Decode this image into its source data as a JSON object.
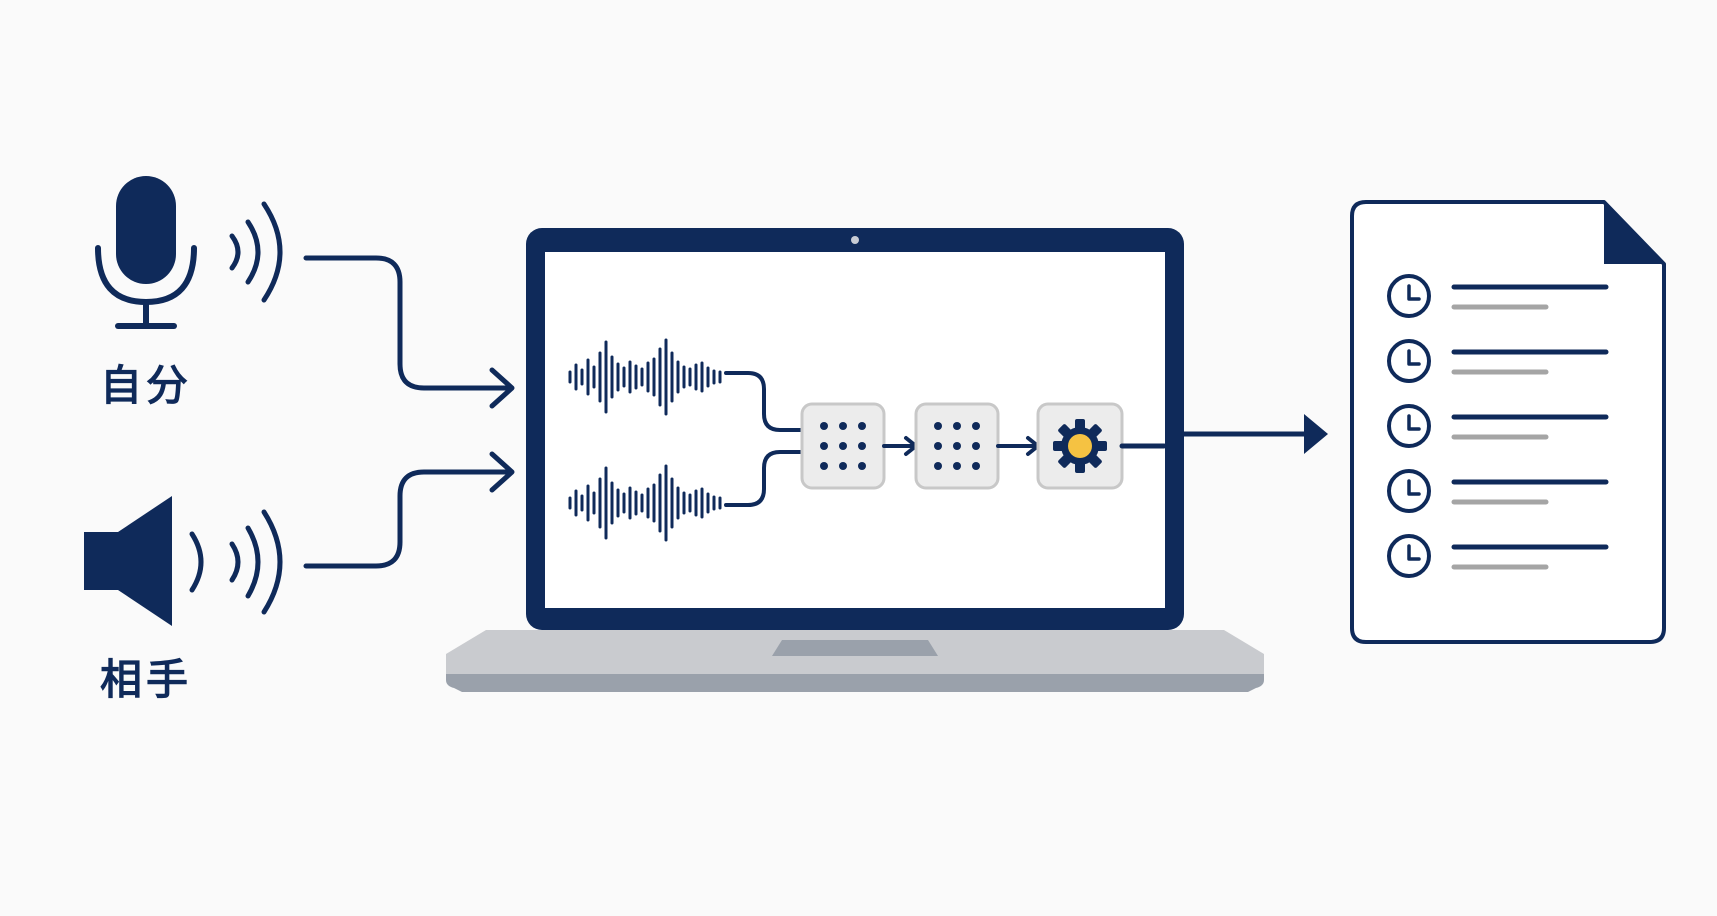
{
  "speakers": {
    "self": {
      "label": "自分",
      "icon": "microphone-icon"
    },
    "other": {
      "label": "相手",
      "icon": "speaker-icon"
    }
  },
  "pipeline": {
    "device": "laptop-icon",
    "steps": [
      "grid-icon",
      "grid-icon",
      "gear-icon"
    ],
    "output": "transcript-document-icon",
    "transcript_entries": 5,
    "entry_icon": "clock-icon"
  },
  "colors": {
    "primary": "#0f2a5a",
    "accent": "#f5c242",
    "box_fill": "#ececec",
    "box_stroke": "#c8c8c8",
    "laptop_base": "#c9cbcf",
    "laptop_base_dark": "#9aa1ab",
    "secondary_line": "#a5a5a5",
    "background": "#fafafa"
  }
}
